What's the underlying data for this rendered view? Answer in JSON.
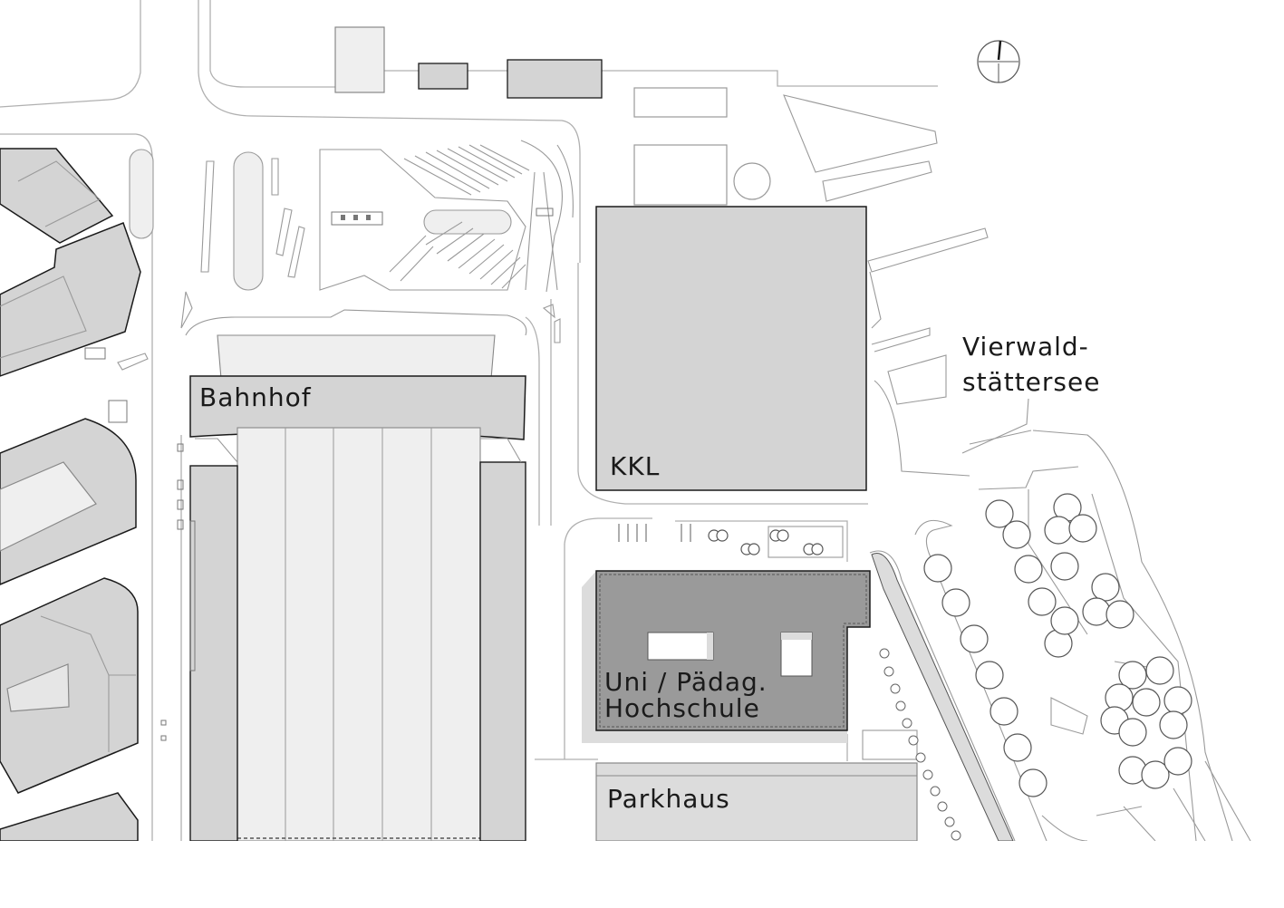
{
  "labels": {
    "bahnhof": "Bahnhof",
    "kkl": "KKL",
    "vierwald_line1": "Vierwald-",
    "vierwald_line2": "stättersee",
    "uni_line1": "Uni / Pädag.",
    "uni_line2": "Hochschule",
    "parkhaus": "Parkhaus"
  },
  "colors": {
    "background": "#ffffff",
    "building_light": "#d4d4d4",
    "building_mid": "#dcdcdc",
    "building_highlight": "#9a9a9a",
    "track_fill": "#efefef",
    "line": "#1a1a1a",
    "road_edge": "#b8b8b8"
  },
  "icons": {
    "north_arrow": "north-arrow-icon"
  }
}
